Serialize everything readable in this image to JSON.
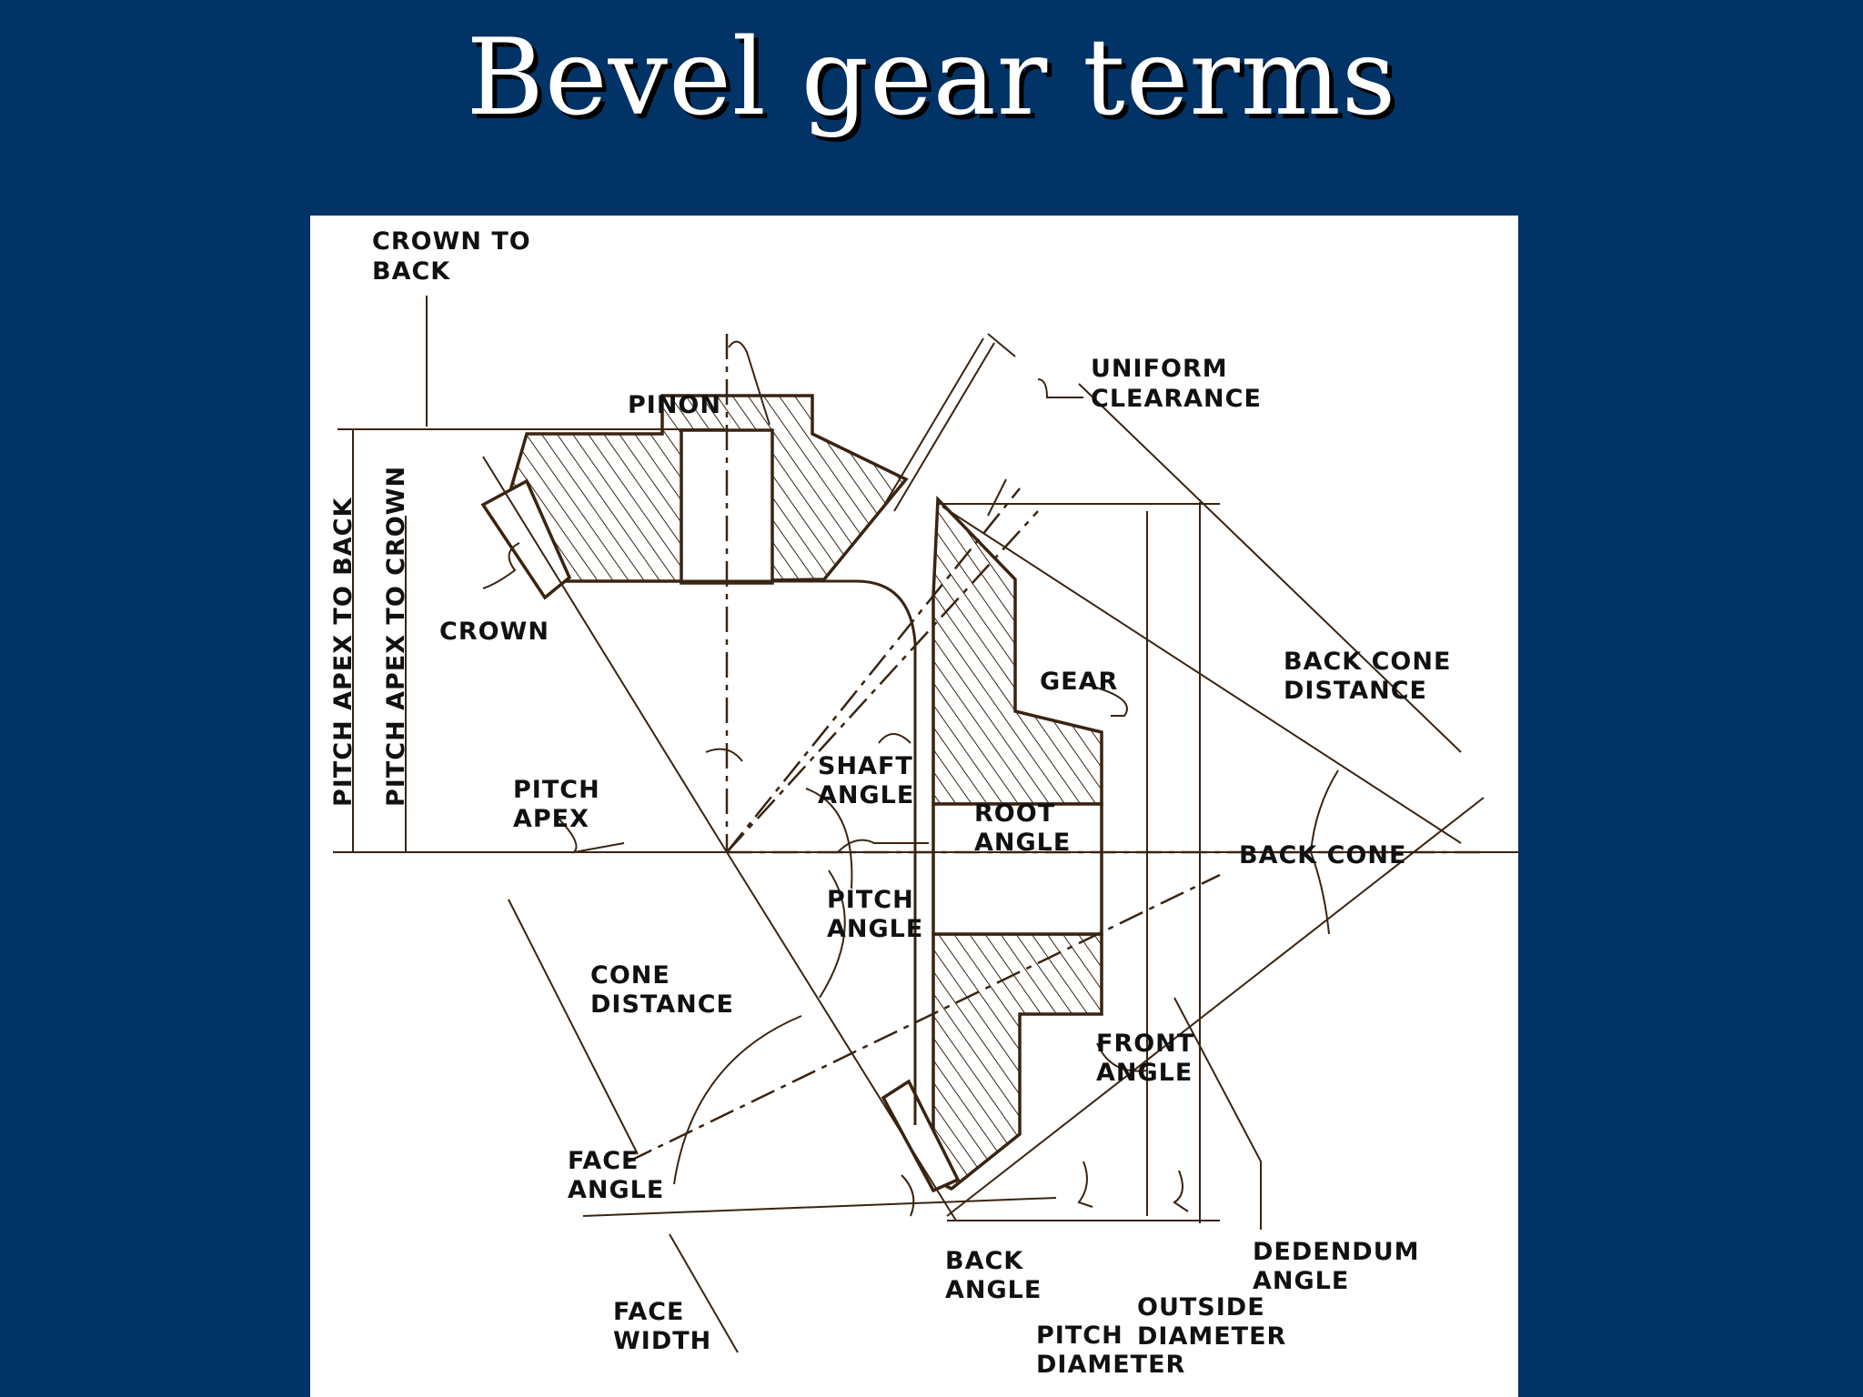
{
  "slide": {
    "title": "Bevel gear terms",
    "colors": {
      "background": "#023366",
      "title": "#ffffff",
      "panel": "#ffffff",
      "ink": "#3a2410"
    }
  },
  "diagram": {
    "labels": {
      "crown_to_back_1": "CROWN TO",
      "crown_to_back_2": "BACK",
      "pinon": "PINON",
      "uniform_clearance_1": "UNIFORM",
      "uniform_clearance_2": "CLEARANCE",
      "pitch_apex_to_back": "PITCH APEX TO BACK",
      "pitch_apex_to_crown": "PITCH APEX TO CROWN",
      "crown": "CROWN",
      "back_cone_distance_1": "BACK CONE",
      "back_cone_distance_2": "DISTANCE",
      "gear": "GEAR",
      "shaft_angle_1": "SHAFT",
      "shaft_angle_2": "ANGLE",
      "pitch_apex_1": "PITCH",
      "pitch_apex_2": "APEX",
      "root_angle_1": "ROOT",
      "root_angle_2": "ANGLE",
      "back_cone": "BACK CONE",
      "pitch_angle_1": "PITCH",
      "pitch_angle_2": "ANGLE",
      "cone_distance_1": "CONE",
      "cone_distance_2": "DISTANCE",
      "front_angle_1": "FRONT",
      "front_angle_2": "ANGLE",
      "face_angle_1": "FACE",
      "face_angle_2": "ANGLE",
      "back_angle_1": "BACK",
      "back_angle_2": "ANGLE",
      "dedendum_angle_1": "DEDENDUM",
      "dedendum_angle_2": "ANGLE",
      "outside_diameter_1": "OUTSIDE",
      "outside_diameter_2": "DIAMETER",
      "pitch_diameter_1": "PITCH",
      "pitch_diameter_2": "DIAMETER",
      "face_width_1": "FACE",
      "face_width_2": "WIDTH"
    }
  }
}
